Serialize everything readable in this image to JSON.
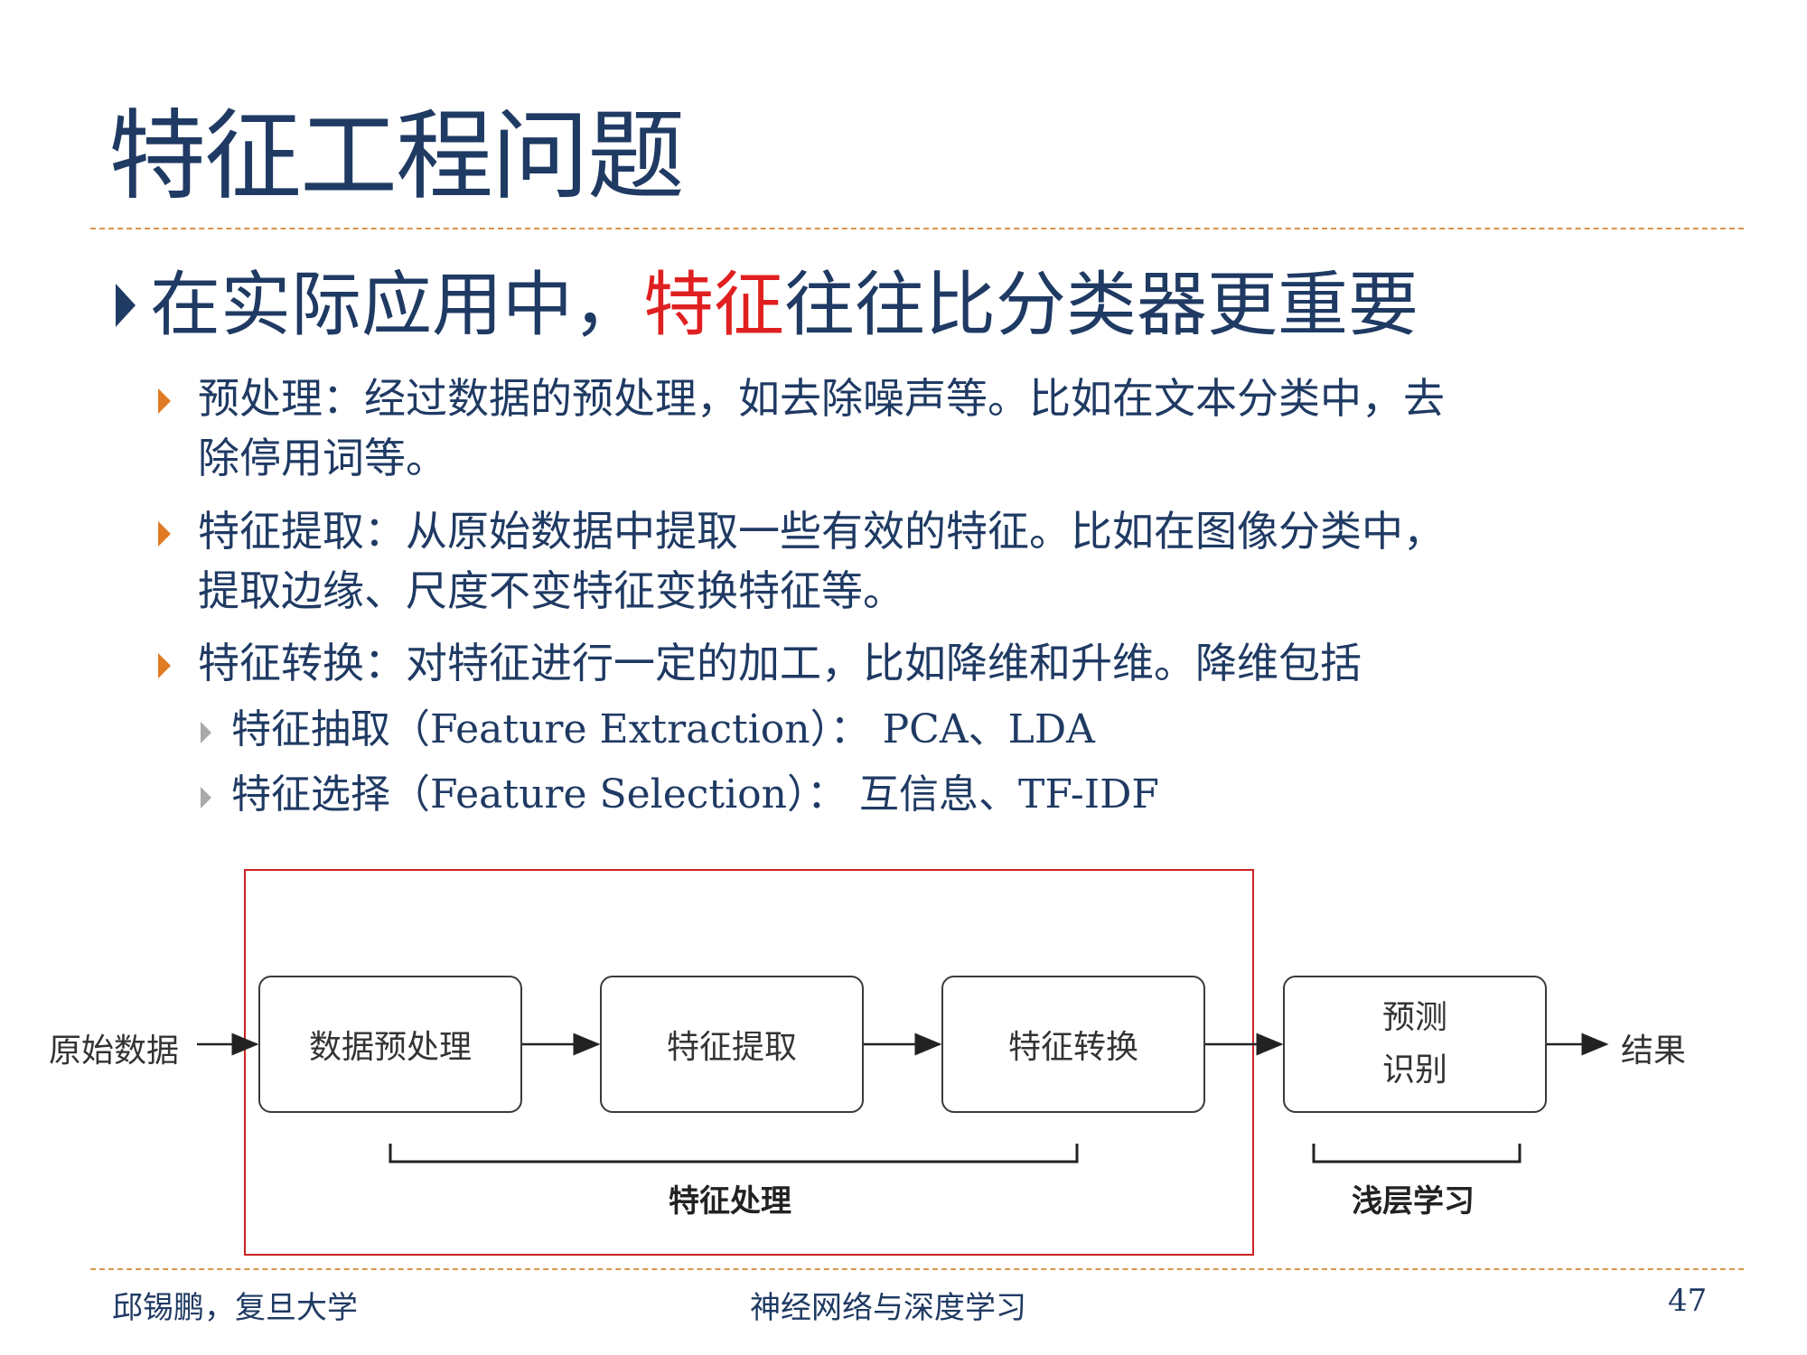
{
  "title": "特征工程问题",
  "main_point": {
    "before": "在实际应用中，",
    "highlight": "特征",
    "after": "往往比分类器更重要"
  },
  "sub_points": [
    {
      "line1": "预处理：经过数据的预处理，如去除噪声等。比如在文本分类中，去",
      "line2": "除停用词等。"
    },
    {
      "line1": "特征提取：从原始数据中提取一些有效的特征。比如在图像分类中，",
      "line2": "提取边缘、尺度不变特征变换特征等。"
    },
    {
      "line1": "特征转换：对特征进行一定的加工，比如降维和升维。降维包括",
      "line2": ""
    }
  ],
  "sub_sub_points": [
    "特征抽取（Feature Extraction）： PCA、LDA",
    "特征选择（Feature Selection）： 互信息、TF-IDF"
  ],
  "diagram": {
    "input_label": "原始数据",
    "steps": [
      "数据预处理",
      "特征提取",
      "特征转换"
    ],
    "predict_line1": "预测",
    "predict_line2": "识别",
    "output_label": "结果",
    "bracket_feature": "特征处理",
    "bracket_shallow": "浅层学习"
  },
  "footer": {
    "author": "邱锡鹏，复旦大学",
    "course": "神经网络与深度学习",
    "page": "47"
  },
  "colors": {
    "title": "#1f3a63",
    "highlight": "#e02020",
    "bullet_orange": "#e07b24",
    "rule": "#d9944a",
    "box_border": "#cc2222"
  }
}
